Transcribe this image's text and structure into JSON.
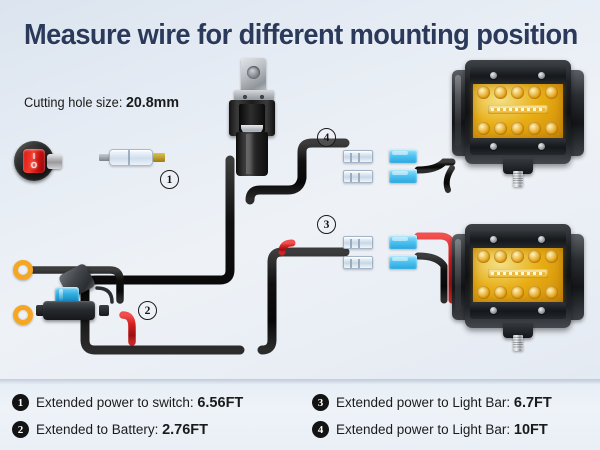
{
  "header": {
    "title": "Measure wire for different mounting position"
  },
  "annotations": {
    "cutting_hole_prefix": "Cutting hole size: ",
    "cutting_hole_value": "20.8mm"
  },
  "diagram": {
    "markers": [
      {
        "id": "1",
        "label": "1"
      },
      {
        "id": "2",
        "label": "2"
      },
      {
        "id": "3",
        "label": "3"
      },
      {
        "id": "4",
        "label": "4"
      }
    ],
    "components": {
      "rocker_switch": "rocker-switch",
      "switch_symbol_on": "I",
      "switch_symbol_off": "O",
      "inline_connector": "clear-inline-connector",
      "relay": "relay-module",
      "blade_fuse": "blade-fuse-holder",
      "ring_terminals": "ring-terminals",
      "spade_connectors": "spade-connectors",
      "light_bar_top": "led-light-bar",
      "light_bar_bottom": "led-light-bar"
    }
  },
  "legend": {
    "left": [
      {
        "num": "1",
        "text": "Extended power to switch: ",
        "value": "6.56FT"
      },
      {
        "num": "2",
        "text": "Extended to Battery: ",
        "value": "2.76FT"
      }
    ],
    "right": [
      {
        "num": "3",
        "text": "Extended power to Light Bar: ",
        "value": "6.7FT"
      },
      {
        "num": "4",
        "text": "Extended power to Light Bar: ",
        "value": "10FT"
      }
    ]
  },
  "colors": {
    "title": "#2b3a5a",
    "background_top": "#dbe4ef",
    "background_bottom": "#e9eff6",
    "led_amber": "#ffbe14",
    "wire_red": "#cc1f1f",
    "wire_black": "#141414",
    "fuse_blue": "#2eaade",
    "ring_terminal": "#f5a623"
  }
}
